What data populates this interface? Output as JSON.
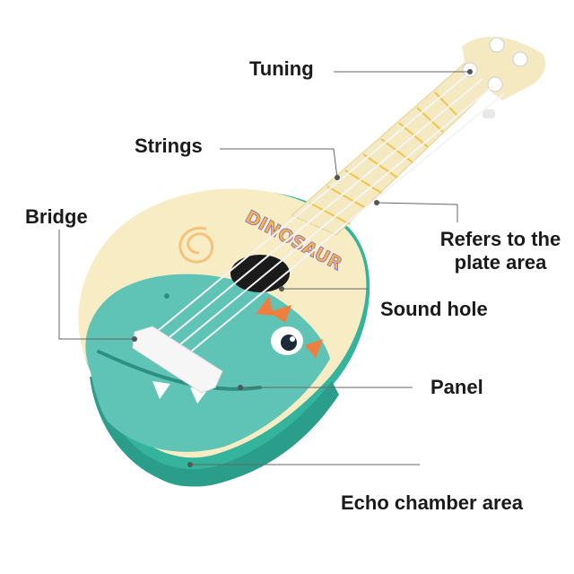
{
  "labels": {
    "tuning": "Tuning",
    "strings": "Strings",
    "bridge": "Bridge",
    "refers_line1": "Refers to the",
    "refers_line2": "plate area",
    "sound_hole": "Sound hole",
    "panel": "Panel",
    "echo_chamber": "Echo chamber area"
  },
  "decal_text": "DINOSAUR",
  "colors": {
    "body_teal": "#3bbfa8",
    "body_teal_dark": "#2a9e8a",
    "top_cream": "#f7ecc4",
    "dino_teal": "#5fc3b6",
    "dino_spike_orange": "#ef7f3f",
    "string_white": "#f4f4f4",
    "fret_yellow": "#f0c64a",
    "leader_line": "#666666",
    "label_text": "#1a1a1a"
  }
}
